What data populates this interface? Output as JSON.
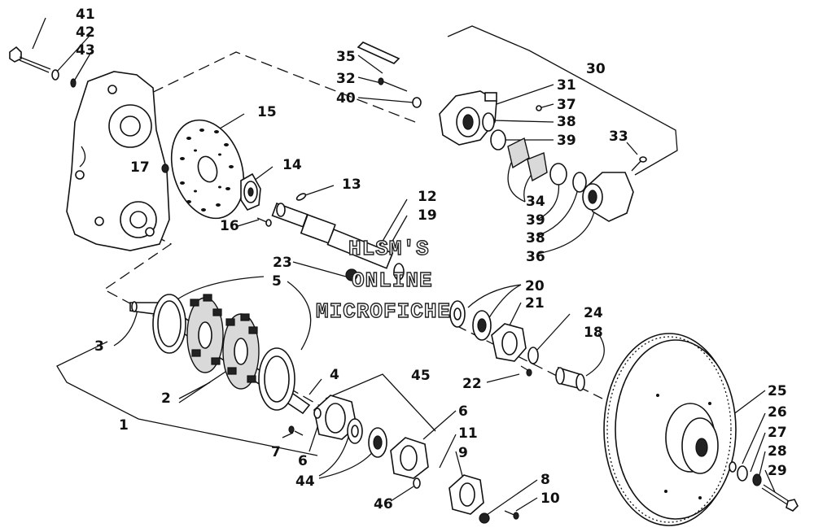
{
  "callouts": [
    {
      "n": "1",
      "t": "1"
    },
    {
      "n": "2",
      "t": "2"
    },
    {
      "n": "3",
      "t": "3"
    },
    {
      "n": "4",
      "t": "4"
    },
    {
      "n": "5",
      "t": "5"
    },
    {
      "n": "6a",
      "t": "6"
    },
    {
      "n": "6b",
      "t": "6"
    },
    {
      "n": "7",
      "t": "7"
    },
    {
      "n": "8",
      "t": "8"
    },
    {
      "n": "9",
      "t": "9"
    },
    {
      "n": "10",
      "t": "10"
    },
    {
      "n": "11",
      "t": "11"
    },
    {
      "n": "12",
      "t": "12"
    },
    {
      "n": "13",
      "t": "13"
    },
    {
      "n": "14",
      "t": "14"
    },
    {
      "n": "15",
      "t": "15"
    },
    {
      "n": "16",
      "t": "16"
    },
    {
      "n": "17",
      "t": "17"
    },
    {
      "n": "18",
      "t": "18"
    },
    {
      "n": "19",
      "t": "19"
    },
    {
      "n": "20",
      "t": "20"
    },
    {
      "n": "21",
      "t": "21"
    },
    {
      "n": "22",
      "t": "22"
    },
    {
      "n": "23",
      "t": "23"
    },
    {
      "n": "24",
      "t": "24"
    },
    {
      "n": "25",
      "t": "25"
    },
    {
      "n": "26",
      "t": "26"
    },
    {
      "n": "27",
      "t": "27"
    },
    {
      "n": "28",
      "t": "28"
    },
    {
      "n": "29",
      "t": "29"
    },
    {
      "n": "30",
      "t": "30"
    },
    {
      "n": "31",
      "t": "31"
    },
    {
      "n": "32",
      "t": "32"
    },
    {
      "n": "33",
      "t": "33"
    },
    {
      "n": "34",
      "t": "34"
    },
    {
      "n": "35",
      "t": "35"
    },
    {
      "n": "36",
      "t": "36"
    },
    {
      "n": "37",
      "t": "37"
    },
    {
      "n": "38a",
      "t": "38"
    },
    {
      "n": "38b",
      "t": "38"
    },
    {
      "n": "39a",
      "t": "39"
    },
    {
      "n": "39b",
      "t": "39"
    },
    {
      "n": "40",
      "t": "40"
    },
    {
      "n": "41",
      "t": "41"
    },
    {
      "n": "42",
      "t": "42"
    },
    {
      "n": "43",
      "t": "43"
    },
    {
      "n": "44",
      "t": "44"
    },
    {
      "n": "45",
      "t": "45"
    },
    {
      "n": "46",
      "t": "46"
    }
  ],
  "watermark": [
    "HLSM'S",
    "ONLINE",
    "MICROFICHE"
  ]
}
